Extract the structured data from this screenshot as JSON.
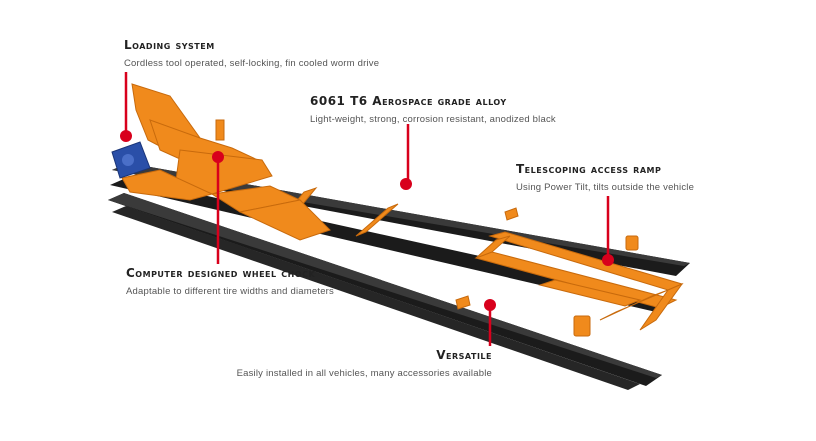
{
  "callouts": {
    "loading": {
      "title": "Loading system",
      "desc": "Cordless tool operated, self-locking, fin cooled worm drive"
    },
    "alloy": {
      "title": "6061 T6 Aerospace grade alloy",
      "desc": "Light-weight, strong, corrosion resistant, anodized black"
    },
    "ramp": {
      "title": "Telescoping access ramp",
      "desc": "Using Power Tilt, tilts outside the vehicle"
    },
    "chock": {
      "title": "Computer designed wheel chock",
      "desc": "Adaptable to different tire widths and diameters"
    },
    "versatile": {
      "title": "Versatile",
      "desc": "Easily installed in all vehicles, many accessories available"
    }
  },
  "colors": {
    "rail": "#1b1b1b",
    "rail_edge": "#3a3a3a",
    "orange": "#f08a1c",
    "orange_dark": "#c86a0c",
    "marker": "#d8001c",
    "motor": "#2a4fa8"
  }
}
